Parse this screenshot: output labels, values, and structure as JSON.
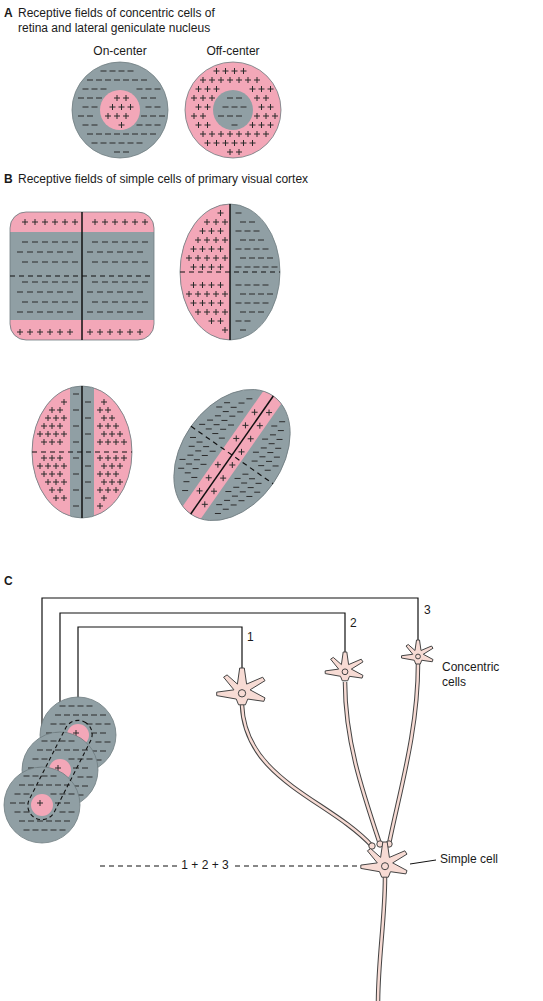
{
  "diagram": {
    "nodes": [
      {
        "text": [
          "On-center"
        ]
      },
      {
        "text": [
          "Off-center"
        ]
      }
    ],
    "labels": [
      "A",
      "Receptive fields of concentric cells of retina and lateral geniculate nucleus",
      "B",
      "Receptive fields of simple cells of primary visual cortex",
      "C",
      "1",
      "2",
      "3",
      "Concentric cells",
      "Simple cell",
      "1 + 2 + 3"
    ]
  }
}
